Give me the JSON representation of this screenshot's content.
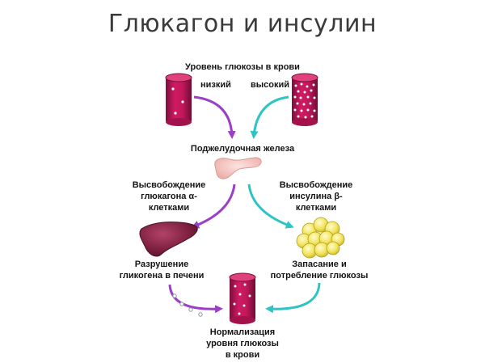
{
  "title": "Глюкагон и инсулин",
  "labels": {
    "blood_level": "Уровень глюкозы в крови",
    "low": "низкий",
    "high": "высокий",
    "pancreas": "Поджелудочная железа",
    "glucagon_release": [
      "Высвобождение",
      "глюкагона α-",
      "клетками"
    ],
    "insulin_release": [
      "Высвобождение",
      "инсулина β-",
      "клетками"
    ],
    "glycogen_breakdown": [
      "Разрушение",
      "гликогена в печени"
    ],
    "glucose_storage": [
      "Запасание и",
      "потребление глюкозы"
    ],
    "normalization": [
      "Нормализация",
      "уровня глюкозы",
      "в крови"
    ]
  },
  "colors": {
    "purple_arrow": "#9b3fc9",
    "cyan_arrow": "#2ec4c4",
    "vessel": "#c2185b",
    "vessel_dark": "#7a0f3a",
    "liver": "#7a1f3d",
    "fat_cells": "#f2e45c",
    "pancreas": "#f7c9c4"
  },
  "icons": {
    "low_vessel": "blood-vessel-low-icon",
    "high_vessel": "blood-vessel-high-icon",
    "pancreas": "pancreas-icon",
    "liver": "liver-icon",
    "fat_cells": "fat-cells-icon",
    "normal_vessel": "blood-vessel-normal-icon"
  }
}
